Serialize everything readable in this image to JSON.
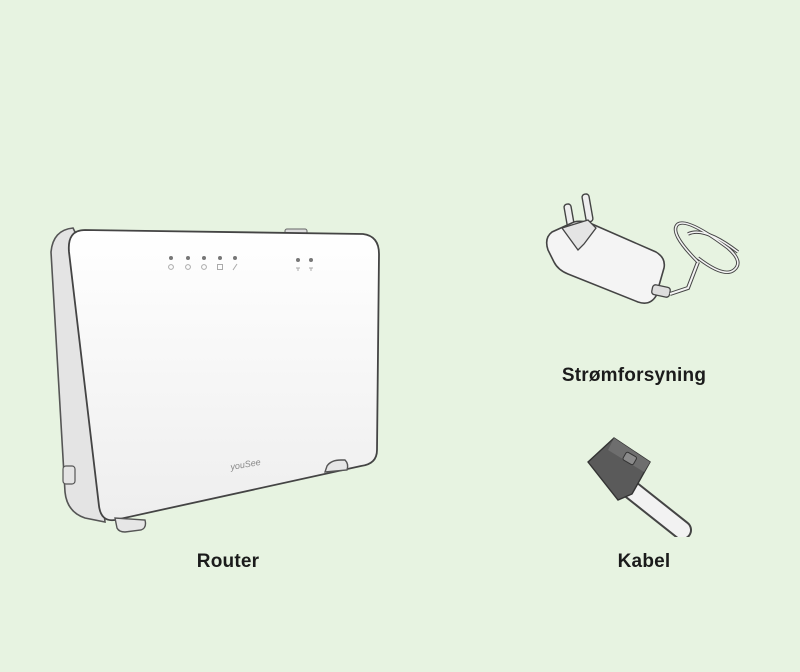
{
  "background_color": "#e7f3e1",
  "items": [
    {
      "id": "router",
      "label": "Router",
      "brand_mark": "youSee",
      "led_count": 7
    },
    {
      "id": "power-supply",
      "label": "Strømforsyning"
    },
    {
      "id": "cable",
      "label": "Kabel"
    }
  ]
}
